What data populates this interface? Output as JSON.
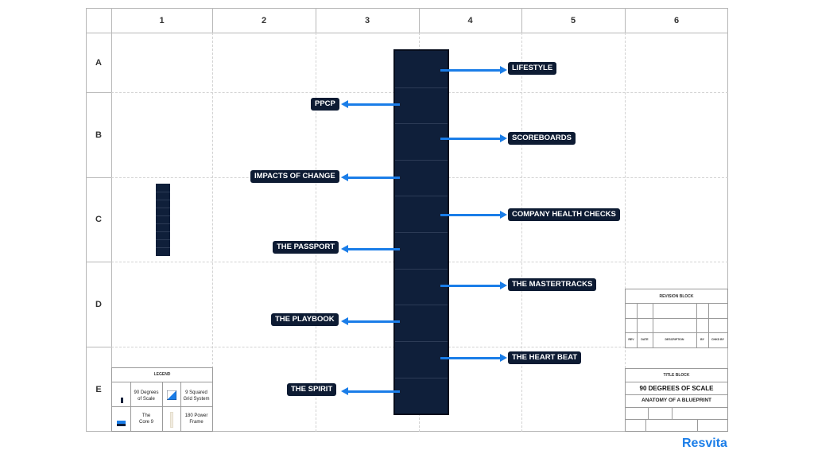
{
  "grid": {
    "columns": [
      "1",
      "2",
      "3",
      "4",
      "5",
      "6"
    ],
    "rows": [
      "A",
      "B",
      "C",
      "D",
      "E"
    ]
  },
  "labels": {
    "right": [
      "LIFESTYLE",
      "SCOREBOARDS",
      "COMPANY HEALTH CHECKS",
      "THE MASTERTRACKS",
      "THE HEART BEAT"
    ],
    "left": [
      "PPCP",
      "IMPACTS OF CHANGE",
      "THE PASSPORT",
      "THE PLAYBOOK",
      "THE SPIRIT"
    ]
  },
  "legend": {
    "title": "LEGEND",
    "items": [
      {
        "label_line1": "90 Degrees",
        "label_line2": "of Scale",
        "icon": "tower-icon"
      },
      {
        "label_line1": "9 Squared",
        "label_line2": "Grid System",
        "icon": "grid-icon"
      },
      {
        "label_line1": "The",
        "label_line2": "Core 9",
        "icon": "core-icon"
      },
      {
        "label_line1": "180 Power",
        "label_line2": "Frame",
        "icon": "frame-icon"
      }
    ]
  },
  "revision_block": {
    "title": "REVISION BLOCK",
    "columns": [
      "REV",
      "DATE",
      "DESCRIPTION",
      "BY",
      "CHKD BY"
    ]
  },
  "title_block": {
    "title": "TITLE BLOCK",
    "line1": "90 DEGREES OF SCALE",
    "line2": "ANATOMY OF A BLUEPRINT"
  },
  "brand": "Resvita",
  "colors": {
    "navy": "#0f1f3a",
    "accent_blue": "#1a7de8"
  }
}
